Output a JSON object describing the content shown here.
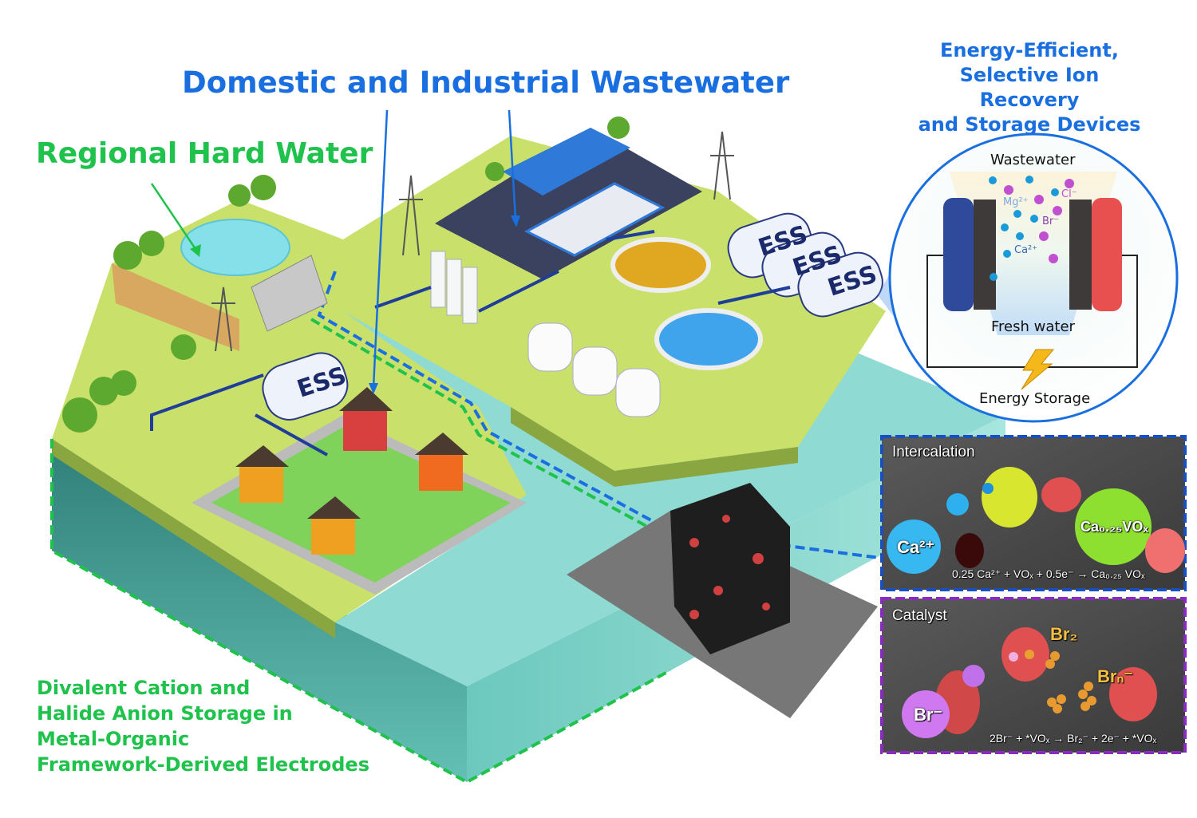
{
  "titles": {
    "wastewater": "Domestic and Industrial Wastewater",
    "hard_water": "Regional Hard Water",
    "devices": [
      "Energy-Efficient,",
      "Selective Ion Recovery",
      "and Storage Devices"
    ],
    "electrodes": [
      "Divalent Cation and",
      "Halide Anion Storage in",
      "Metal-Organic",
      "Framework-Derived Electrodes"
    ]
  },
  "inset": {
    "top": "Wastewater",
    "bottom": "Fresh water",
    "circuit": "Energy Storage",
    "ions": [
      "Mg²⁺",
      "Cl⁻",
      "Br⁻",
      "Ca²⁺"
    ]
  },
  "ess_label": "ESS",
  "panels": {
    "intercalation": {
      "title": "Intercalation",
      "ion": "Ca²⁺",
      "product": "Ca₀.₂₅VOₓ",
      "equation": "0.25 Ca²⁺ + VOₓ + 0.5e⁻ → Ca₀.₂₅ VOₓ"
    },
    "catalyst": {
      "title": "Catalyst",
      "ion": "Br⁻",
      "br2": "Br₂",
      "brn": "Brₙ⁻",
      "equation": "2Br⁻ + *VOₓ → Br₂⁻ + 2e⁻ + *VOₓ"
    }
  },
  "colors": {
    "green_label": "#1fc24b",
    "blue_label": "#1a6fe0",
    "grass": "#c9e06a",
    "water": "#8fdad2",
    "slab": "#3f9f95",
    "panel_blue_border": "#1a4fc0",
    "panel_purple_border": "#8a2bc0"
  }
}
